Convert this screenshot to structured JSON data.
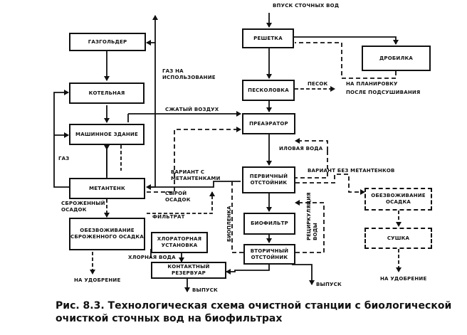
{
  "nodes": {
    "gasholder": "ГАЗГОЛЬДЕР",
    "boiler": "КОТЕЛЬНАЯ",
    "machine_building": "МАШИННОЕ ЗДАНИЕ",
    "methane_tank": "МЕТАНТЕНК",
    "sludge_dewatering_fermented": "ОБЕЗВОЖИВАНИЕ СБРОЖЕННОГО ОСАДКА",
    "chlorination": "ХЛОРАТОРНАЯ УСТАНОВКА",
    "contact_tank": "КОНТАКТНЫЙ РЕЗЕРВУАР",
    "screen": "РЕШЕТКА",
    "crusher": "ДРОБИЛКА",
    "sand_trap": "ПЕСКОЛОВКА",
    "preaerator": "ПРЕАЭРАТОР",
    "primary_settler": "ПЕРВИЧНЫЙ ОТСТОЙНИК",
    "biofilter": "БИОФИЛЬТР",
    "secondary_settler": "ВТОРИЧНЫЙ ОТСТОЙНИК",
    "sludge_dewatering": "ОБЕЗВОЖИВАНИЕ ОСАДКА",
    "drying": "СУШКА"
  },
  "labels": {
    "wastewater_inlet": "ВПУСК СТОЧНЫХ ВОД",
    "gas_for_use": "ГАЗ НА ИСПОЛЬЗОВАНИЕ",
    "sand": "ПЕСОК",
    "to_planning": "НА ПЛАНИРОВКУ",
    "after_washing": "ПОСЛЕ ПОДСУШИВАНИЯ",
    "compressed_air": "СЖАТЫЙ ВОЗДУХ",
    "activated_sludge": "ИЛОВАЯ ВОДА",
    "gas": "ГАЗ",
    "variant_with": "ВАРИАНТ С МЕТАНТЕНКАМИ",
    "variant_without": "ВАРИАНТ БЕЗ МЕТАНТЕНКОВ",
    "raw_sludge": "СЫРОЙ ОСАДОК",
    "fermented_sludge": "СБРОЖЕННЫЙ ОСАДОК",
    "filtrate": "ФИЛЬТРАТ",
    "biofilm": "БИОПЛЕНКА",
    "recirculation": "РЕЦИРКУЛЯЦИЯ ВОДЫ",
    "chlorine_water": "ХЛОРНАЯ ВОДА",
    "to_fertilizer_left": "НА УДОБРЕНИЕ",
    "to_fertilizer_right": "НА УДОБРЕНИЕ",
    "outlet_center": "ВЫПУСК",
    "outlet_right": "ВЫПУСК"
  },
  "caption": "Рис. 8.3. Технологическая схема очистной станции с биологической очисткой сточных вод на биофильтрах"
}
